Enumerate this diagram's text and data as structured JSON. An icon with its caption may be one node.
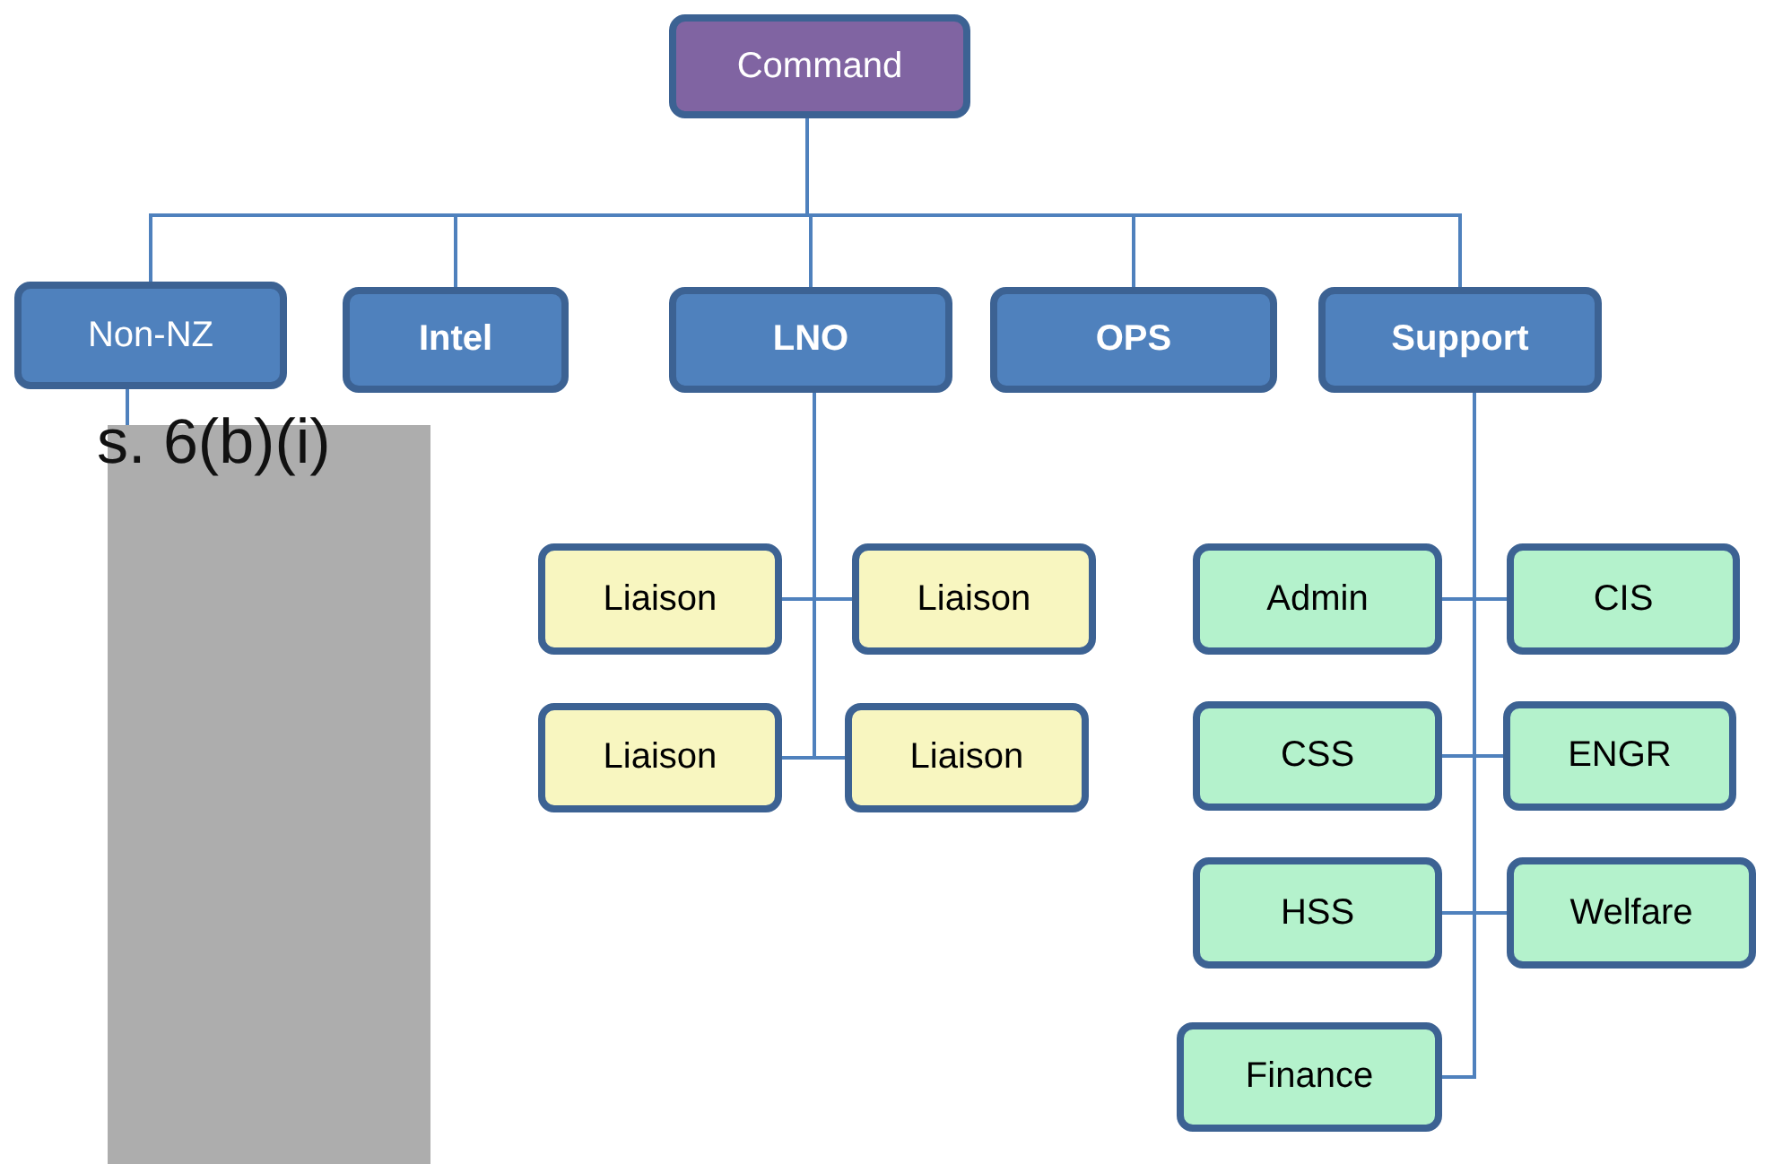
{
  "diagram": {
    "nodes": [
      {
        "text": [
          "Command"
        ]
      },
      {
        "text": [
          "Non-NZ"
        ]
      },
      {
        "text": [
          "Intel"
        ]
      },
      {
        "text": [
          "LNO"
        ]
      },
      {
        "text": [
          "OPS"
        ]
      },
      {
        "text": [
          "Support"
        ]
      },
      {
        "text": [
          "Liaison"
        ]
      },
      {
        "text": [
          "Liaison"
        ]
      },
      {
        "text": [
          "Liaison"
        ]
      },
      {
        "text": [
          "Liaison"
        ]
      },
      {
        "text": [
          "Admin"
        ]
      },
      {
        "text": [
          "CIS"
        ]
      },
      {
        "text": [
          "CSS"
        ]
      },
      {
        "text": [
          "ENGR"
        ]
      },
      {
        "text": [
          "HSS"
        ]
      },
      {
        "text": [
          "Welfare"
        ]
      },
      {
        "text": [
          "Finance"
        ]
      },
      {
        "text": [
          "s. 6(b)(i)"
        ]
      }
    ],
    "edges": [
      {
        "from": 0,
        "to": 1,
        "arrow": "none"
      },
      {
        "from": 0,
        "to": 2,
        "arrow": "none"
      },
      {
        "from": 0,
        "to": 3,
        "arrow": "none"
      },
      {
        "from": 0,
        "to": 4,
        "arrow": "none"
      },
      {
        "from": 0,
        "to": 5,
        "arrow": "none"
      },
      {
        "from": 1,
        "to": 17,
        "arrow": "none"
      },
      {
        "from": 3,
        "to": 6,
        "arrow": "none"
      },
      {
        "from": 3,
        "to": 7,
        "arrow": "none"
      },
      {
        "from": 3,
        "to": 8,
        "arrow": "none"
      },
      {
        "from": 3,
        "to": 9,
        "arrow": "none"
      },
      {
        "from": 5,
        "to": 10,
        "arrow": "none"
      },
      {
        "from": 5,
        "to": 11,
        "arrow": "none"
      },
      {
        "from": 5,
        "to": 12,
        "arrow": "none"
      },
      {
        "from": 5,
        "to": 13,
        "arrow": "none"
      },
      {
        "from": 5,
        "to": 14,
        "arrow": "none"
      },
      {
        "from": 5,
        "to": 15,
        "arrow": "none"
      },
      {
        "from": 5,
        "to": 16,
        "arrow": "none"
      }
    ]
  }
}
